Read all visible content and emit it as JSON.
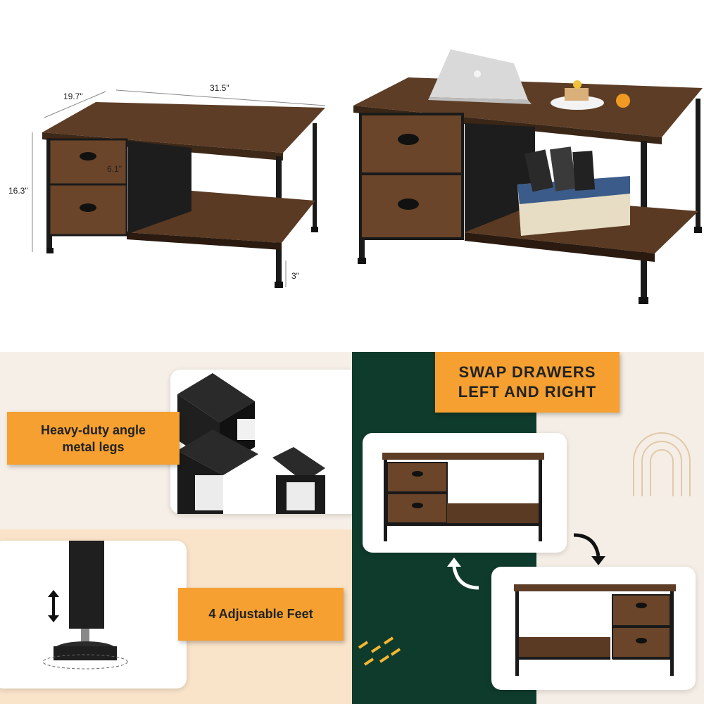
{
  "dimensions": {
    "depth": "19.7\"",
    "width": "31.5\"",
    "height": "16.3\"",
    "drawer_height": "6.1\"",
    "leg_height": "3\""
  },
  "features": {
    "legs_label": "Heavy-duty angle metal legs",
    "feet_label": "4 Adjustable Feet",
    "swap_label_line1": "SWAP DRAWERS",
    "swap_label_line2": "LEFT AND RIGHT"
  },
  "colors": {
    "accent_orange": "#f5a030",
    "dark_green": "#0f3b2c",
    "wood_brown": "#5a3a22",
    "metal_black": "#1a1a1a"
  }
}
